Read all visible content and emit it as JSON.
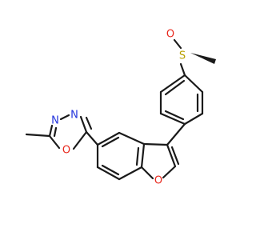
{
  "structure": {
    "atoms": {
      "sulfur": {
        "symbol": "S",
        "color": "#b8a000"
      },
      "sulfinyl_oxygen": {
        "symbol": "O",
        "color": "#e8271c"
      },
      "furan_oxygen": {
        "symbol": "O",
        "color": "#e8271c"
      },
      "oxadiazole_oxygen": {
        "symbol": "O",
        "color": "#e8271c"
      },
      "nitrogen_1": {
        "symbol": "N",
        "color": "#2233dd"
      },
      "nitrogen_2": {
        "symbol": "N",
        "color": "#2233dd"
      }
    },
    "bond_color": "#1a1a1a"
  }
}
